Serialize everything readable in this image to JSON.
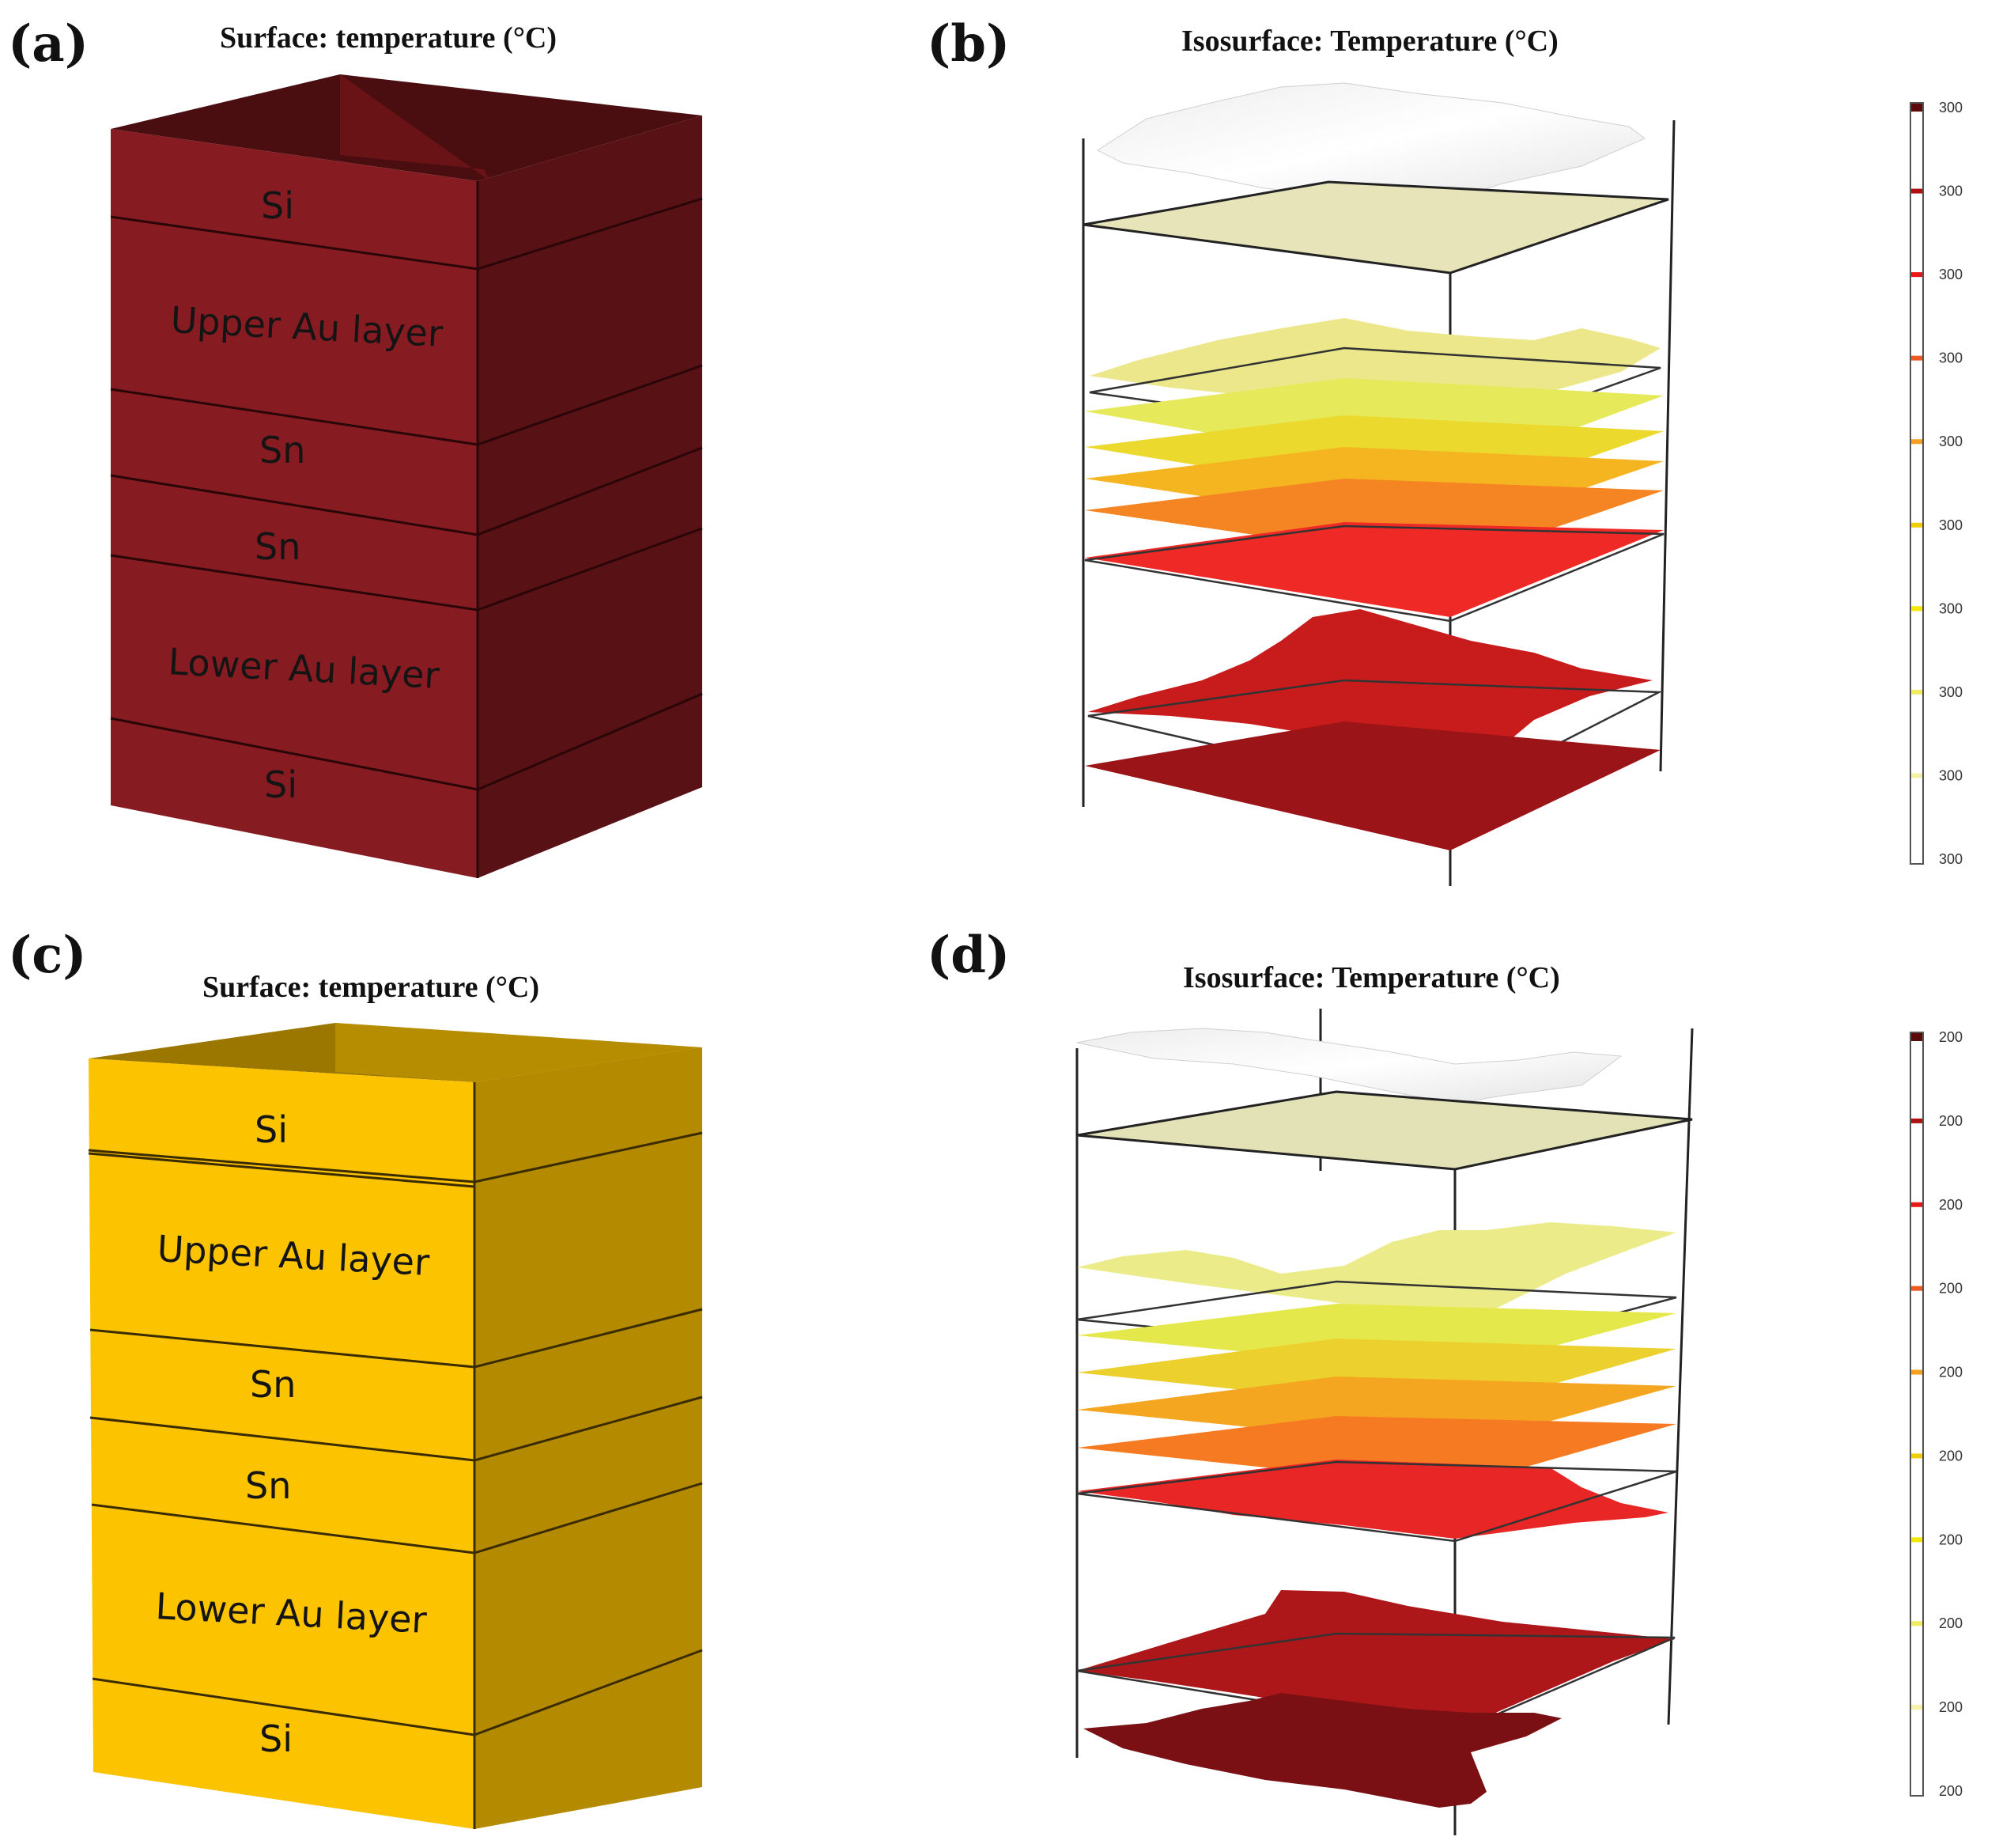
{
  "panels": {
    "a": {
      "letter": "(a)",
      "title": "Surface: temperature (°C)",
      "front_color": "#861c22",
      "side_color": "#581115",
      "top_color": "#4a0d10"
    },
    "b": {
      "letter": "(b)",
      "title": "Isosurface: Temperature (°C)"
    },
    "c": {
      "letter": "(c)",
      "title": "Surface: temperature (°C)",
      "front_color": "#fcc300",
      "side_color": "#b48b00",
      "top_color": "#9c7700"
    },
    "d": {
      "letter": "(d)",
      "title": "Isosurface: Temperature (°C)"
    }
  },
  "layers": {
    "si_top": "Si",
    "upper_au": "Upper Au layer",
    "sn_upper": "Sn",
    "sn_lower": "Sn",
    "lower_au": "Lower Au layer",
    "si_bottom": "Si"
  },
  "colorbar_b": {
    "ticks": [
      "300",
      "300",
      "300",
      "300",
      "300",
      "300",
      "300",
      "300",
      "300",
      "300"
    ]
  },
  "colorbar_d": {
    "ticks": [
      "200",
      "200",
      "200",
      "200",
      "200",
      "200",
      "200",
      "200",
      "200",
      "200"
    ]
  }
}
